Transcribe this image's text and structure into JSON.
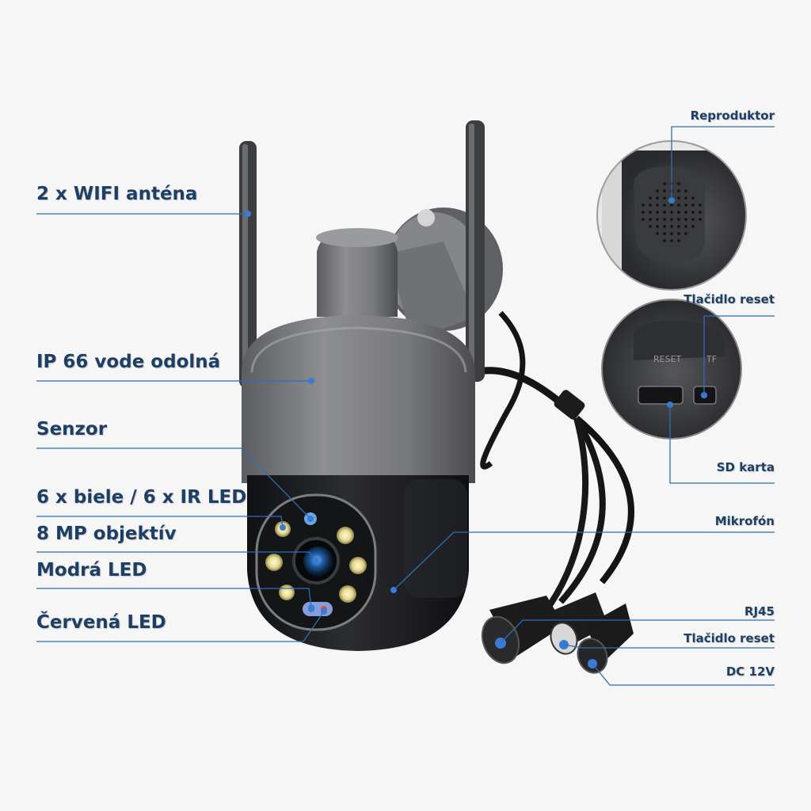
{
  "colors": {
    "background": "#f6f6f6",
    "label_text": "#1d3f66",
    "leader_line": "#2f6db5",
    "callout_dot": "#3a7bd5",
    "housing_gray": "#77787b",
    "housing_black": "#1e1f22",
    "cable": "#151515"
  },
  "left_labels": [
    {
      "key": "antenna",
      "text": "2 x WIFI anténa"
    },
    {
      "key": "ip66",
      "text": "IP 66 vode odolná"
    },
    {
      "key": "sensor",
      "text": "Senzor"
    },
    {
      "key": "leds",
      "text": "6 x biele / 6 x IR LED"
    },
    {
      "key": "lens",
      "text": "8 MP objektív"
    },
    {
      "key": "blue_led",
      "text": "Modrá LED"
    },
    {
      "key": "red_led",
      "text": "Červená LED"
    }
  ],
  "right_labels": [
    {
      "key": "speaker",
      "text": "Reproduktor"
    },
    {
      "key": "reset_top",
      "text": "Tlačidlo reset"
    },
    {
      "key": "sd",
      "text": "SD karta"
    },
    {
      "key": "mic",
      "text": "Mikrofón"
    },
    {
      "key": "rj45",
      "text": "RJ45"
    },
    {
      "key": "reset_bottom",
      "text": "Tlačidlo reset"
    },
    {
      "key": "dc",
      "text": "DC 12V"
    }
  ],
  "inset_text": {
    "reset_print": "RESET",
    "tf_print": "TF"
  }
}
